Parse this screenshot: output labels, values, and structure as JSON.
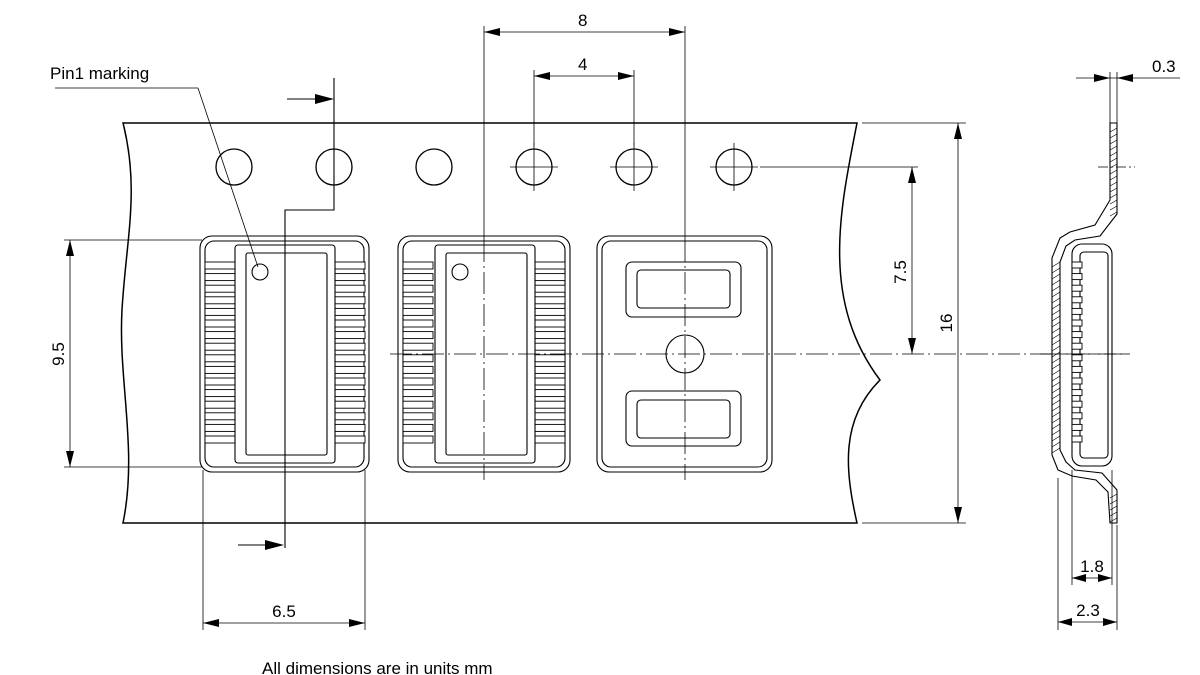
{
  "drawing": {
    "pin1_label": "Pin1 marking",
    "units_note": "All dimensions are in units mm",
    "dimensions": {
      "pocket_pitch": "8",
      "sprocket_pitch": "4",
      "tape_thickness": "0.3",
      "hole_to_pocket_center": "7.5",
      "tape_width": "16",
      "pocket_length": "9.5",
      "pocket_width": "6.5",
      "component_height": "1.8",
      "pocket_depth": "2.3"
    }
  }
}
